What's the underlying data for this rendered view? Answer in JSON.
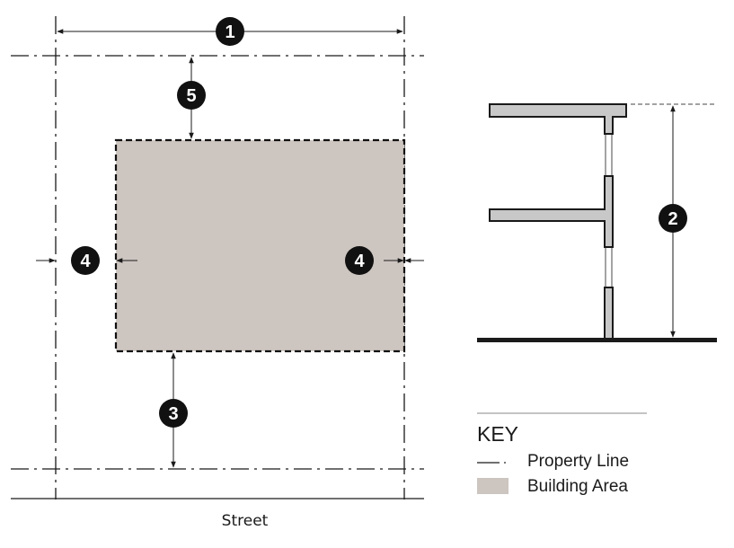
{
  "diagram": {
    "plan": {
      "street_label": "Street",
      "callouts": [
        {
          "id": "1",
          "label": "1",
          "meaning": "lot width"
        },
        {
          "id": "2",
          "label": "2",
          "meaning": "building height"
        },
        {
          "id": "3",
          "label": "3",
          "meaning": "front setback"
        },
        {
          "id": "4a",
          "label": "4",
          "meaning": "side setback left"
        },
        {
          "id": "4b",
          "label": "4",
          "meaning": "side setback right"
        },
        {
          "id": "5",
          "label": "5",
          "meaning": "rear setback"
        }
      ]
    },
    "key": {
      "title": "KEY",
      "items": [
        {
          "label": "Property Line",
          "symbol": "dash-dot-line"
        },
        {
          "label": "Building Area",
          "symbol": "gray-swatch"
        }
      ]
    },
    "colors": {
      "building_area": "#cdc5c0",
      "section_fill": "#c8c8c8",
      "line": "#1a1a1a",
      "badge": "#111111"
    }
  }
}
